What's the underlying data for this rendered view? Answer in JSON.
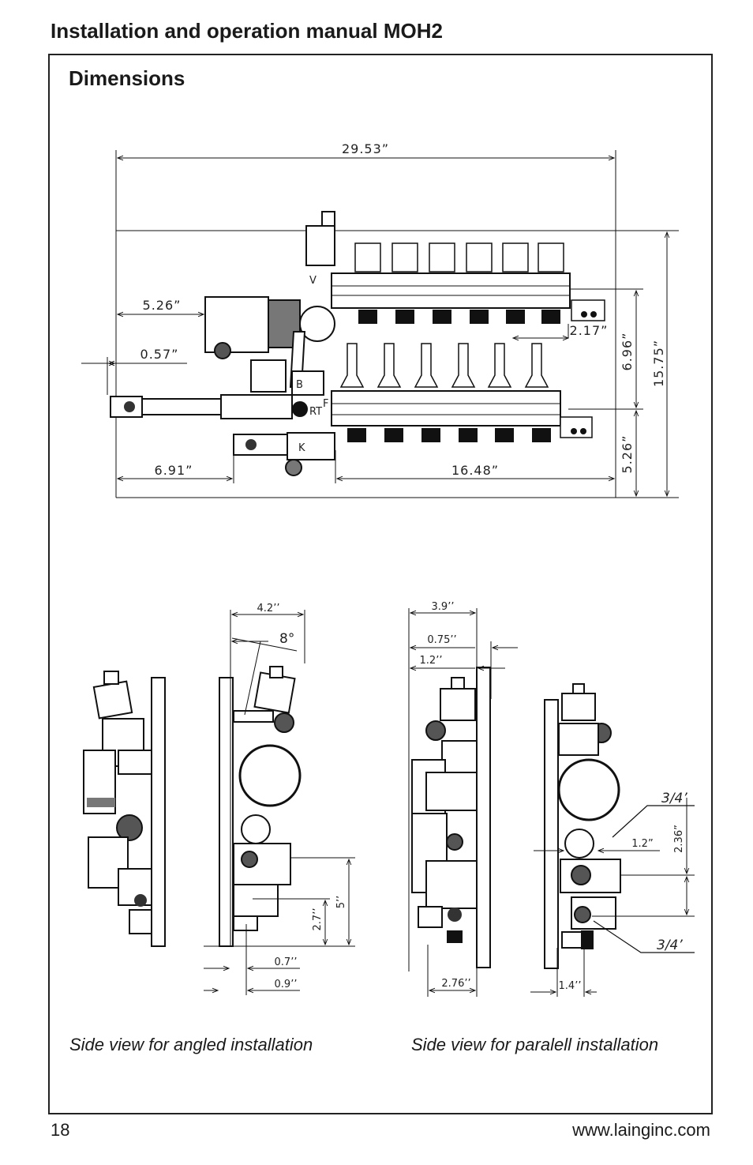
{
  "header": {
    "title": "Installation and operation manual MOH2"
  },
  "section": {
    "title": "Dimensions"
  },
  "top_view": {
    "overall_width": "29.53”",
    "overall_height": "15.75”",
    "left_to_pump": "5.26”",
    "offset": "0.57”",
    "left_to_manifold": "6.91”",
    "manifold_length": "16.48”",
    "right_inset": "2.17”",
    "upper_height": "6.96”",
    "lower_height": "5.26”",
    "labels": {
      "v": "V",
      "b": "B",
      "f": "F",
      "rt": "RT",
      "k": "K"
    }
  },
  "angled_view": {
    "width": "4.2’’",
    "angle": "8°",
    "height_5": "5’’",
    "height_27": "2.7’’",
    "depth_07": "0.7’’",
    "depth_09": "0.9’’"
  },
  "parallel_view": {
    "width": "3.9’’",
    "offset_075": "0.75’’",
    "offset_12": "1.2’’",
    "bottom_276": "2.76’’",
    "thread_top": "3/4’",
    "thread_bottom": "3/4’",
    "side_12": "1.2”",
    "height_236": "2.36”",
    "bottom_14": "1.4’’"
  },
  "captions": {
    "angled": "Side view for angled installation",
    "parallel": "Side view for paralell installation"
  },
  "footer": {
    "page_number": "18",
    "website": "www.lainginc.com"
  }
}
